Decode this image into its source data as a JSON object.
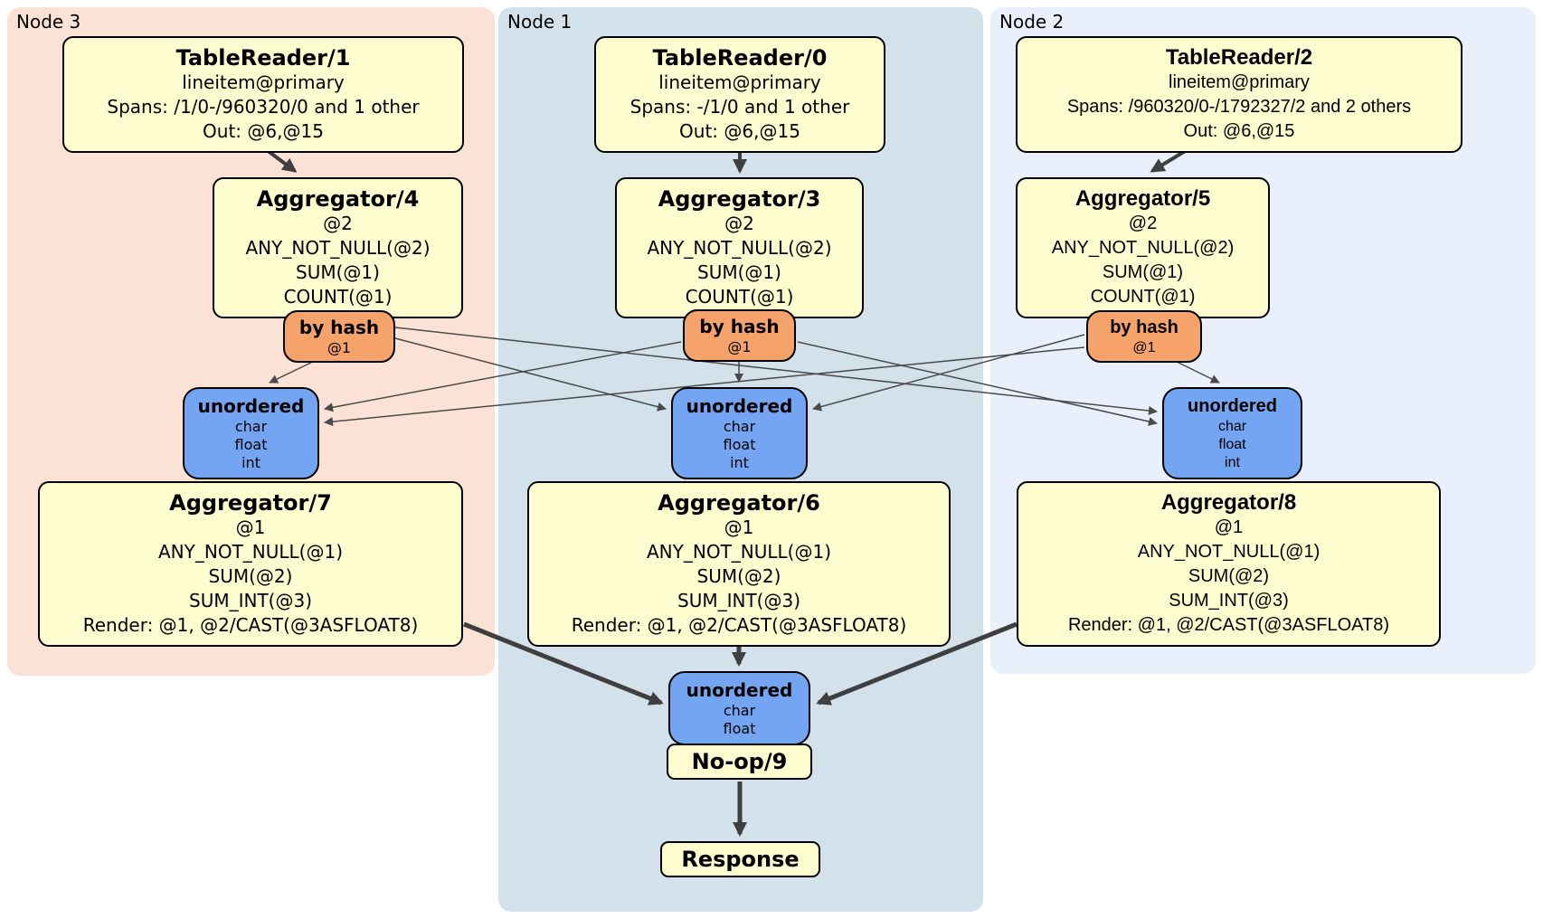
{
  "nodes": [
    {
      "label": "Node 3",
      "table_reader": {
        "title": "TableReader/1",
        "lines": [
          "lineitem@primary",
          "Spans: /1/0-/960320/0 and 1 other",
          "Out: @6,@15"
        ]
      },
      "aggregator": {
        "title": "Aggregator/4",
        "lines": [
          "@2",
          "ANY_NOT_NULL(@2)",
          "SUM(@1)",
          "COUNT(@1)"
        ]
      },
      "router": {
        "title": "by hash",
        "lines": [
          "@1"
        ]
      },
      "sync": {
        "title": "unordered",
        "lines": [
          "char",
          "float",
          "int"
        ]
      },
      "final_aggregator": {
        "title": "Aggregator/7",
        "lines": [
          "@1",
          "ANY_NOT_NULL(@1)",
          "SUM(@2)",
          "SUM_INT(@3)",
          "Render: @1, @2/CAST(@3ASFLOAT8)"
        ]
      }
    },
    {
      "label": "Node 1",
      "table_reader": {
        "title": "TableReader/0",
        "lines": [
          "lineitem@primary",
          "Spans: -/1/0 and 1 other",
          "Out: @6,@15"
        ]
      },
      "aggregator": {
        "title": "Aggregator/3",
        "lines": [
          "@2",
          "ANY_NOT_NULL(@2)",
          "SUM(@1)",
          "COUNT(@1)"
        ]
      },
      "router": {
        "title": "by hash",
        "lines": [
          "@1"
        ]
      },
      "sync": {
        "title": "unordered",
        "lines": [
          "char",
          "float",
          "int"
        ]
      },
      "final_aggregator": {
        "title": "Aggregator/6",
        "lines": [
          "@1",
          "ANY_NOT_NULL(@1)",
          "SUM(@2)",
          "SUM_INT(@3)",
          "Render: @1, @2/CAST(@3ASFLOAT8)"
        ]
      }
    },
    {
      "label": "Node 2",
      "table_reader": {
        "title": "TableReader/2",
        "lines": [
          "lineitem@primary",
          "Spans: /960320/0-/1792327/2 and 2 others",
          "Out: @6,@15"
        ]
      },
      "aggregator": {
        "title": "Aggregator/5",
        "lines": [
          "@2",
          "ANY_NOT_NULL(@2)",
          "SUM(@1)",
          "COUNT(@1)"
        ]
      },
      "router": {
        "title": "by hash",
        "lines": [
          "@1"
        ]
      },
      "sync": {
        "title": "unordered",
        "lines": [
          "char",
          "float",
          "int"
        ]
      },
      "final_aggregator": {
        "title": "Aggregator/8",
        "lines": [
          "@1",
          "ANY_NOT_NULL(@1)",
          "SUM(@2)",
          "SUM_INT(@3)",
          "Render: @1, @2/CAST(@3ASFLOAT8)"
        ]
      }
    }
  ],
  "output": {
    "sync": {
      "title": "unordered",
      "lines": [
        "char",
        "float"
      ]
    },
    "noop": {
      "title": "No-op/9"
    },
    "response": {
      "title": "Response"
    }
  },
  "colors": {
    "node3_bg": "#fbe2d4",
    "node1_bg": "#d3e1ea",
    "node2_bg": "#eaf0fb",
    "processor_fill": "#fdfdcf",
    "router_fill": "#f5a26b",
    "sync_fill": "#74a5f2",
    "edge": "#4a4a4a",
    "border": "#000000"
  }
}
